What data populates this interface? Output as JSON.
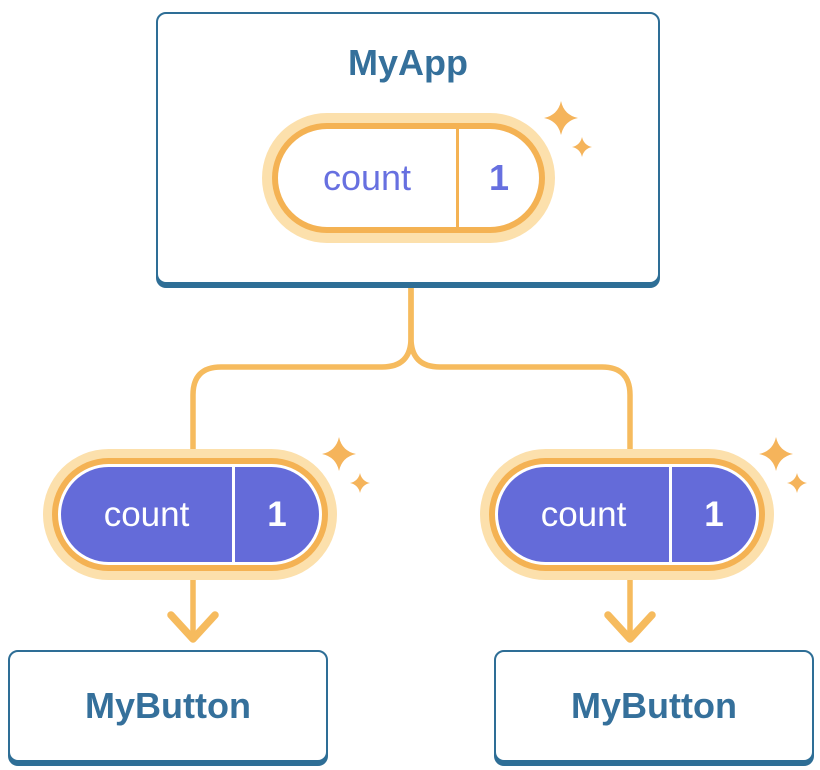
{
  "diagram": {
    "root": {
      "title": "MyApp",
      "state": {
        "name": "count",
        "value": "1"
      }
    },
    "children": [
      {
        "title": "MyButton",
        "prop": {
          "name": "count",
          "value": "1"
        }
      },
      {
        "title": "MyButton",
        "prop": {
          "name": "count",
          "value": "1"
        }
      }
    ]
  },
  "colors": {
    "card_border_blue": "#2E6E96",
    "card_title_blue": "#35709B",
    "orange": "#F4B253",
    "orange_light": "#FCE0AC",
    "wire_orange": "#F6BB5E",
    "pill_purple_fill": "#646BD9",
    "pill_purple_text": "#6770E0",
    "white": "#FFFFFF"
  },
  "icons": {
    "sparkle": "four-point-star"
  }
}
